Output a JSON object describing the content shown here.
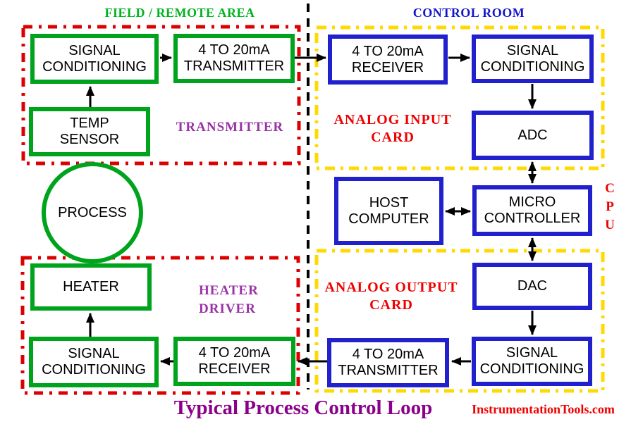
{
  "colors": {
    "green": "#00A41C",
    "blue": "#2020CC",
    "red": "#F00000",
    "redline": "#DD0000",
    "yellow": "#FFD900",
    "purple": "#9933A6",
    "title": "#8B008B",
    "headergreen": "#00B41E",
    "headerblue": "#1515CD"
  },
  "headers": {
    "field": "FIELD / REMOTE AREA",
    "control": "CONTROL ROOM"
  },
  "field_area": {
    "transmitter_group_label": "TRANSMITTER",
    "heater_group_label": "HEATER\nDRIVER",
    "blocks": {
      "signal_conditioning_in": "SIGNAL\nCONDITIONING",
      "transmitter": "4 TO 20mA\nTRANSMITTER",
      "temp_sensor": "TEMP\nSENSOR",
      "process": "PROCESS",
      "heater": "HEATER",
      "signal_conditioning_out": "SIGNAL\nCONDITIONING",
      "receiver": "4 TO 20mA\nRECEIVER"
    }
  },
  "control_room": {
    "analog_input_label": "ANALOG INPUT\nCARD",
    "analog_output_label": "ANALOG OUTPUT\nCARD",
    "cpu_label": "C\nP\nU",
    "blocks": {
      "receiver": "4 TO 20mA\nRECEIVER",
      "signal_conditioning_in": "SIGNAL\nCONDITIONING",
      "adc": "ADC",
      "host_computer": "HOST\nCOMPUTER",
      "micro_controller": "MICRO\nCONTROLLER",
      "dac": "DAC",
      "signal_conditioning_out": "SIGNAL\nCONDITIONING",
      "transmitter": "4 TO 20mA\nTRANSMITTER"
    }
  },
  "footer": {
    "title": "Typical Process Control Loop",
    "credit": "InstrumentationTools.com"
  }
}
